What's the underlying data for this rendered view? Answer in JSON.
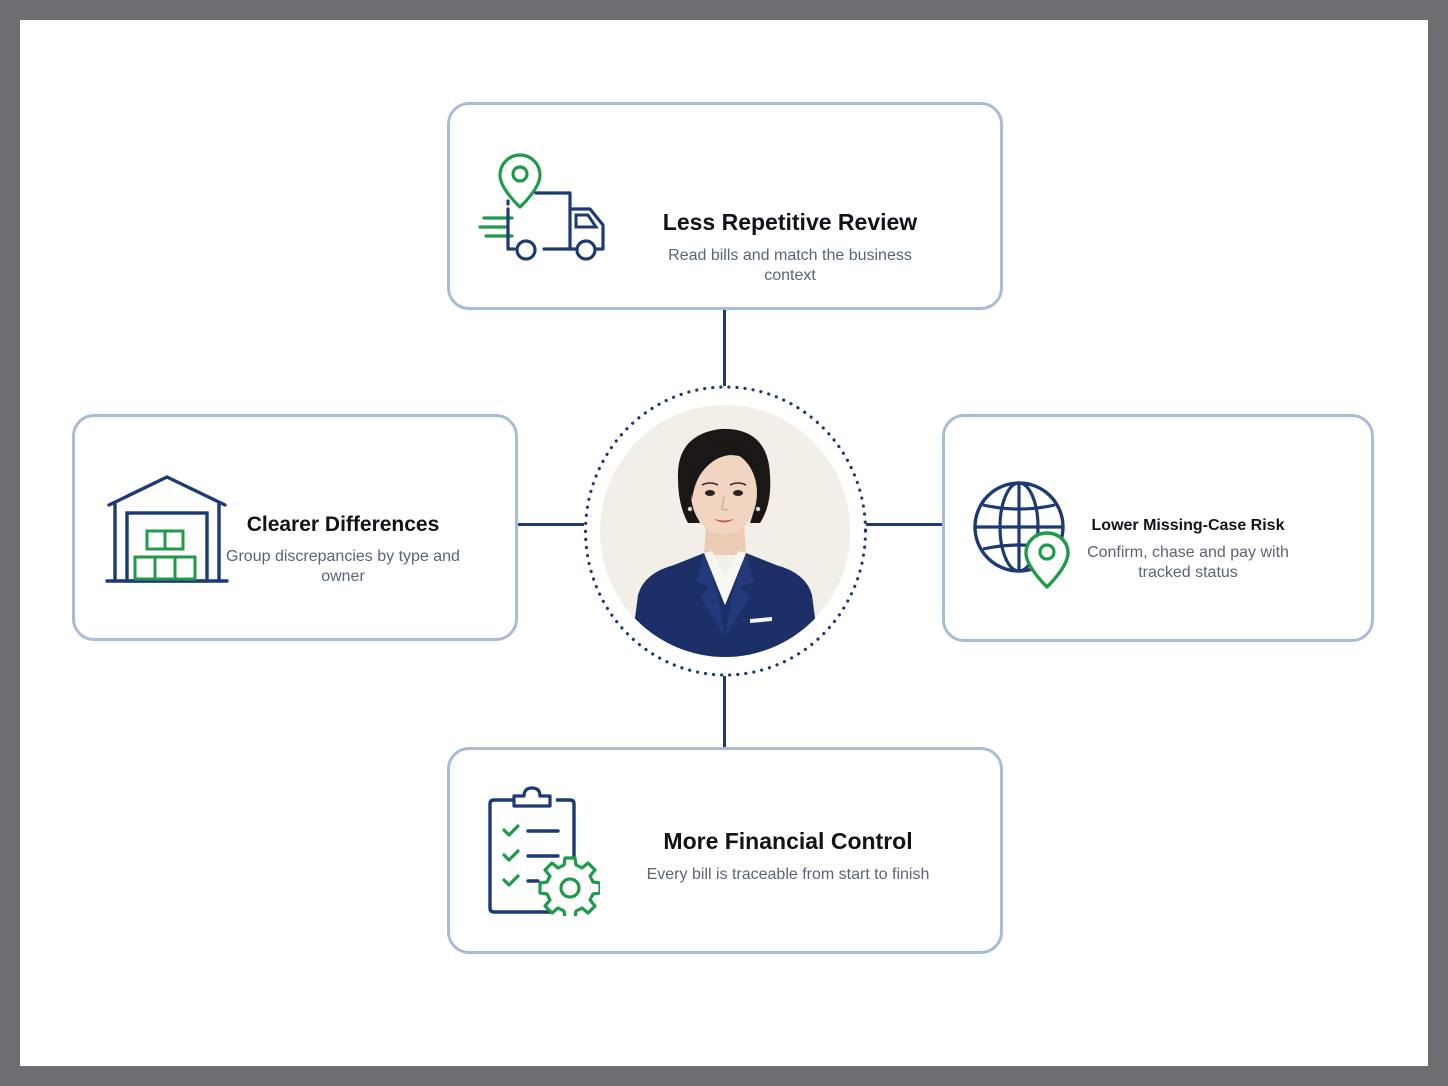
{
  "cards": {
    "top": {
      "icon": "delivery-truck-location-icon",
      "title": "Less Repetitive Review",
      "description": "Read bills and match the business context"
    },
    "left": {
      "icon": "warehouse-icon",
      "title": "Clearer Differences",
      "description": "Group discrepancies by type and owner"
    },
    "right": {
      "icon": "globe-location-icon",
      "title": "Lower Missing-Case Risk",
      "description": "Confirm, chase and pay with tracked status"
    },
    "bottom": {
      "icon": "checklist-gear-icon",
      "title": "More Financial Control",
      "description": "Every bill is traceable from start to finish"
    }
  },
  "center": {
    "icon": "professional-portrait"
  },
  "colors": {
    "navy": "#1d3b72",
    "green": "#1e9a4a",
    "card_border": "#a9bcd6"
  }
}
